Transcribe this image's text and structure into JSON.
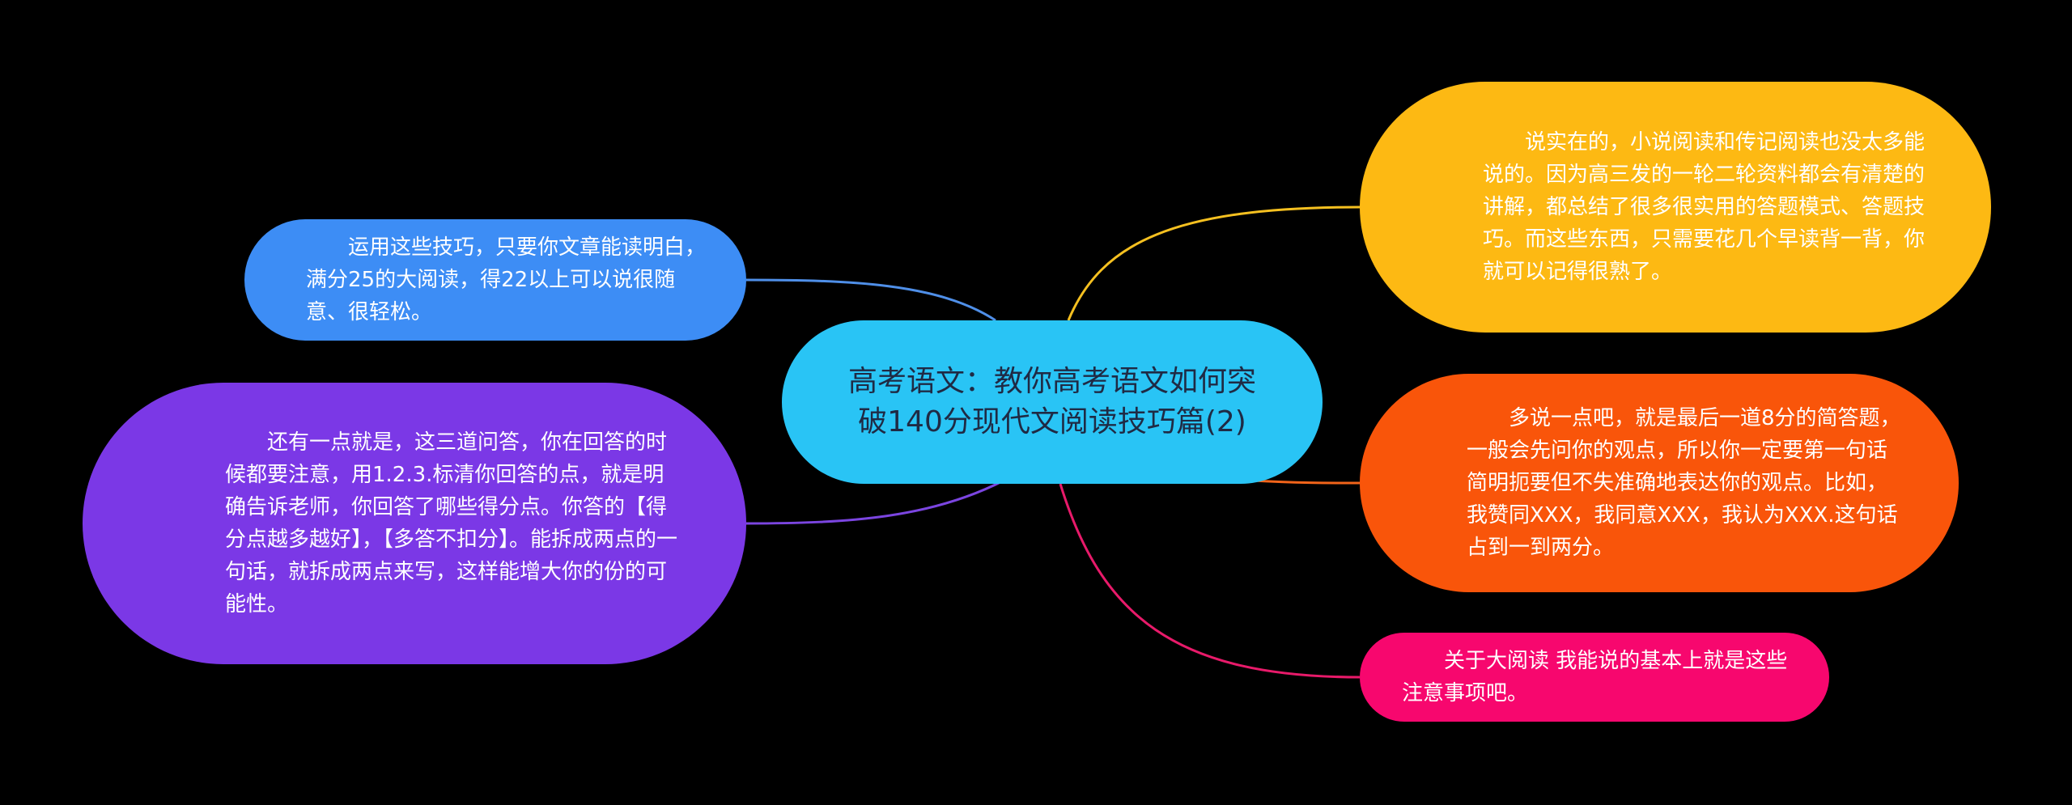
{
  "center": {
    "text": "高考语文：教你高考语文如何突破140分现代文阅读技巧篇(2)",
    "color": "#29c4f5"
  },
  "nodes": {
    "blue": {
      "text": "　　运用这些技巧，只要你文章能读明白，满分25的大阅读，得22以上可以说很随意、很轻松。",
      "color": "#3d8df5",
      "edge_color": "#4f8fe8"
    },
    "purple": {
      "text": "　　还有一点就是，这三道问答，你在回答的时候都要注意，用1.2.3.标清你回答的点，就是明确告诉老师，你回答了哪些得分点。你答的【得分点越多越好】，【多答不扣分】。能拆成两点的一句话，就拆成两点来写，这样能增大你的份的可能性。",
      "color": "#7b38e6",
      "edge_color": "#7b45e0"
    },
    "yellow": {
      "text": "　　说实在的，小说阅读和传记阅读也没太多能说的。因为高三发的一轮二轮资料都会有清楚的讲解，都总结了很多很实用的答题模式、答题技巧。而这些东西，只需要花几个早读背一背，你就可以记得很熟了。",
      "color": "#fdb913",
      "edge_color": "#f5c020"
    },
    "orange": {
      "text": "　　多说一点吧，就是最后一道8分的简答题，一般会先问你的观点，所以你一定要第一句话简明扼要但不失准确地表达你的观点。比如，我赞同XXX，我同意XXX，我认为XXX.这句话占到一到两分。",
      "color": "#f9550a",
      "edge_color": "#f2641a"
    },
    "pink": {
      "text": "　　关于大阅读 我能说的基本上就是这些注意事项吧。",
      "color": "#f7076e",
      "edge_color": "#e81a6a"
    }
  }
}
